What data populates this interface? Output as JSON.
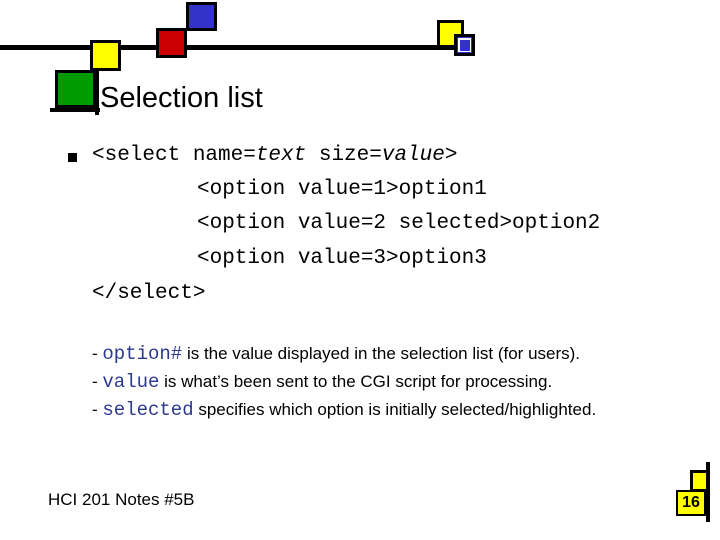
{
  "slide": {
    "title": "Selection list",
    "code": {
      "line1_a": "<select name=",
      "line1_b": "text",
      "line1_c": " size=",
      "line1_d": "value",
      "line1_e": ">",
      "line2": "<option value=1>option1",
      "line3": "<option value=2 selected>option2",
      "line4": "<option value=3>option3",
      "line5": "</select>"
    },
    "notes": [
      {
        "prefix": "- ",
        "keyword": "option#",
        "text": " is the value displayed in the selection list (for users)."
      },
      {
        "prefix": "- ",
        "keyword": "value",
        "text": " is what’s been sent to the CGI script for processing."
      },
      {
        "prefix": "- ",
        "keyword": "selected",
        "text": " specifies which option is initially selected/highlighted."
      }
    ],
    "footer": "HCI 201 Notes #5B",
    "page_number": "16"
  },
  "colors": {
    "green": "#009900",
    "yellow": "#ffff00",
    "red": "#cc0000",
    "blue": "#3333cc",
    "keyword": "#2b3a8f"
  }
}
